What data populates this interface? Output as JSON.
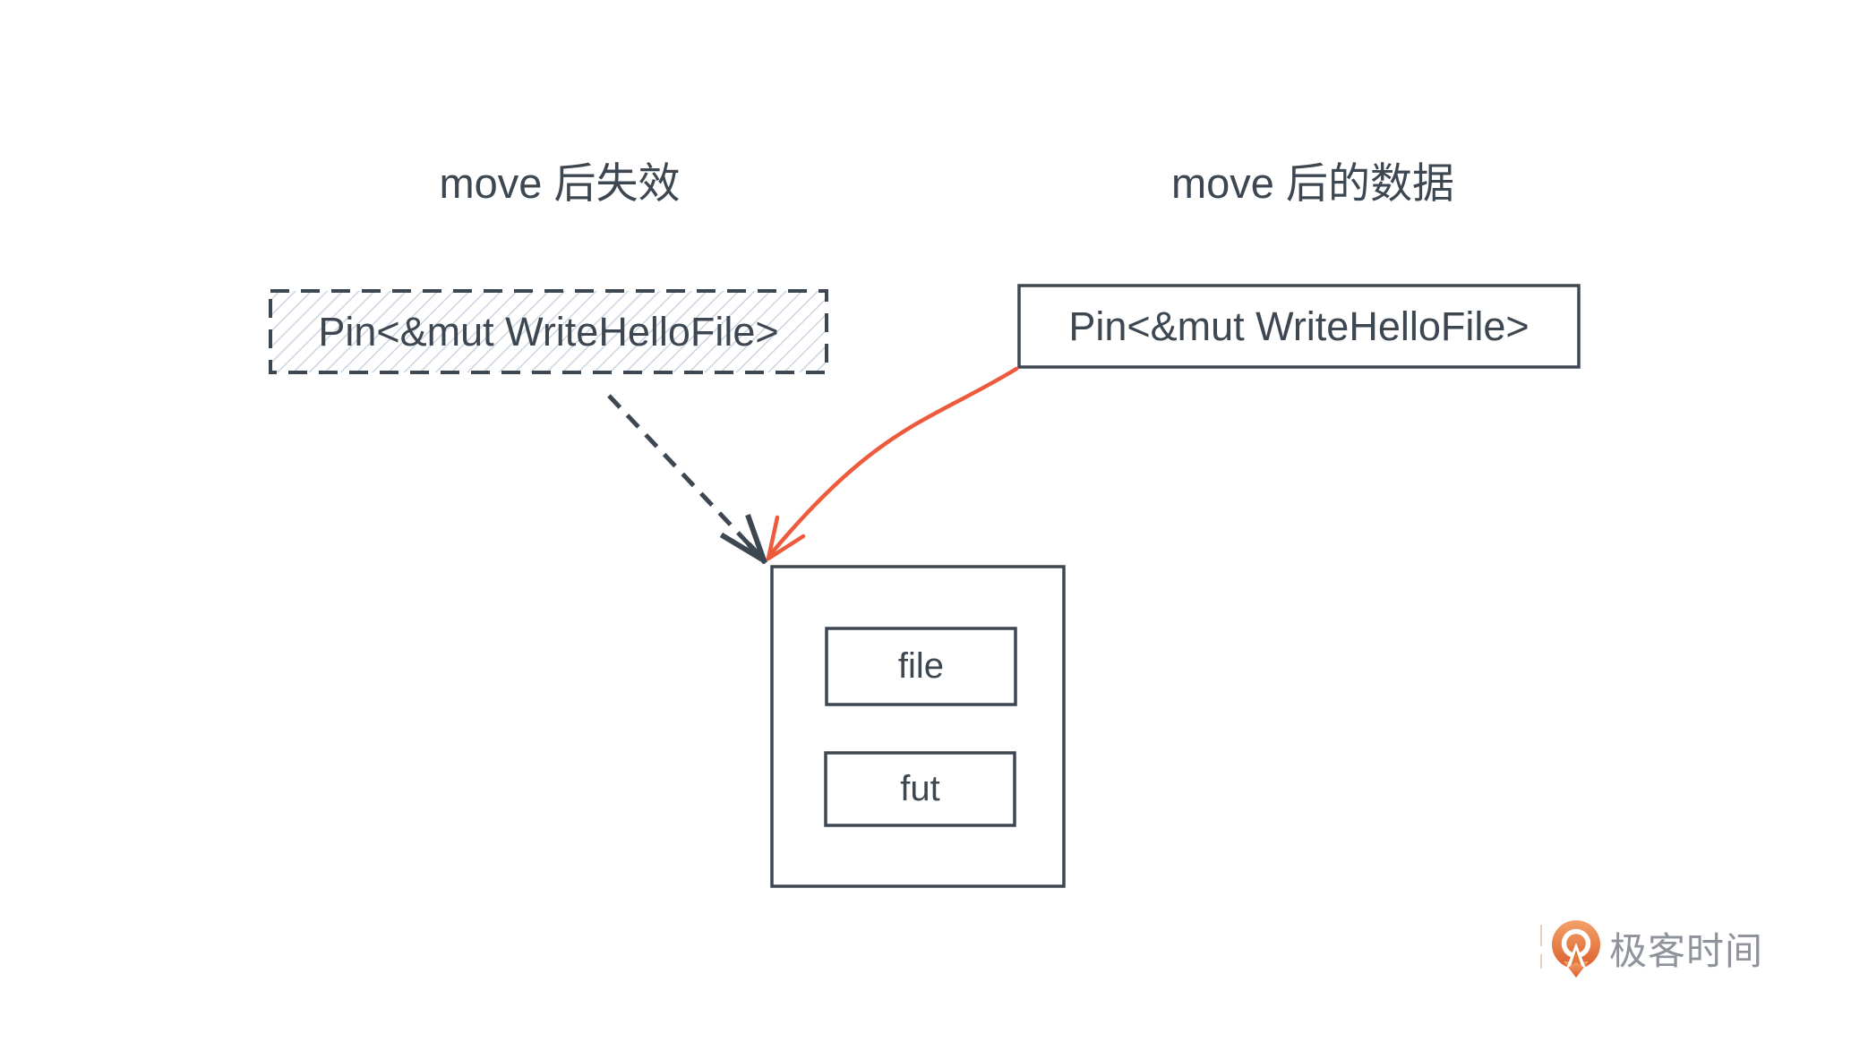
{
  "titles": {
    "left": "move 后失效",
    "right": "move 后的数据"
  },
  "boxes": {
    "invalidated": {
      "label": "Pin<&mut WriteHelloFile>"
    },
    "moved": {
      "label": "Pin<&mut WriteHelloFile>"
    },
    "struct_fields": [
      {
        "label": "file"
      },
      {
        "label": "fut"
      }
    ]
  },
  "logo": {
    "text": "极客时间"
  },
  "colors": {
    "ink": "#3d4751",
    "accent_arrow": "#ee5a3c",
    "hatch_line": "#ccd5e1",
    "logo_orange_top": "#f2a269",
    "logo_orange_bottom": "#dd5f2e",
    "logo_text_gray": "#8e939c"
  }
}
